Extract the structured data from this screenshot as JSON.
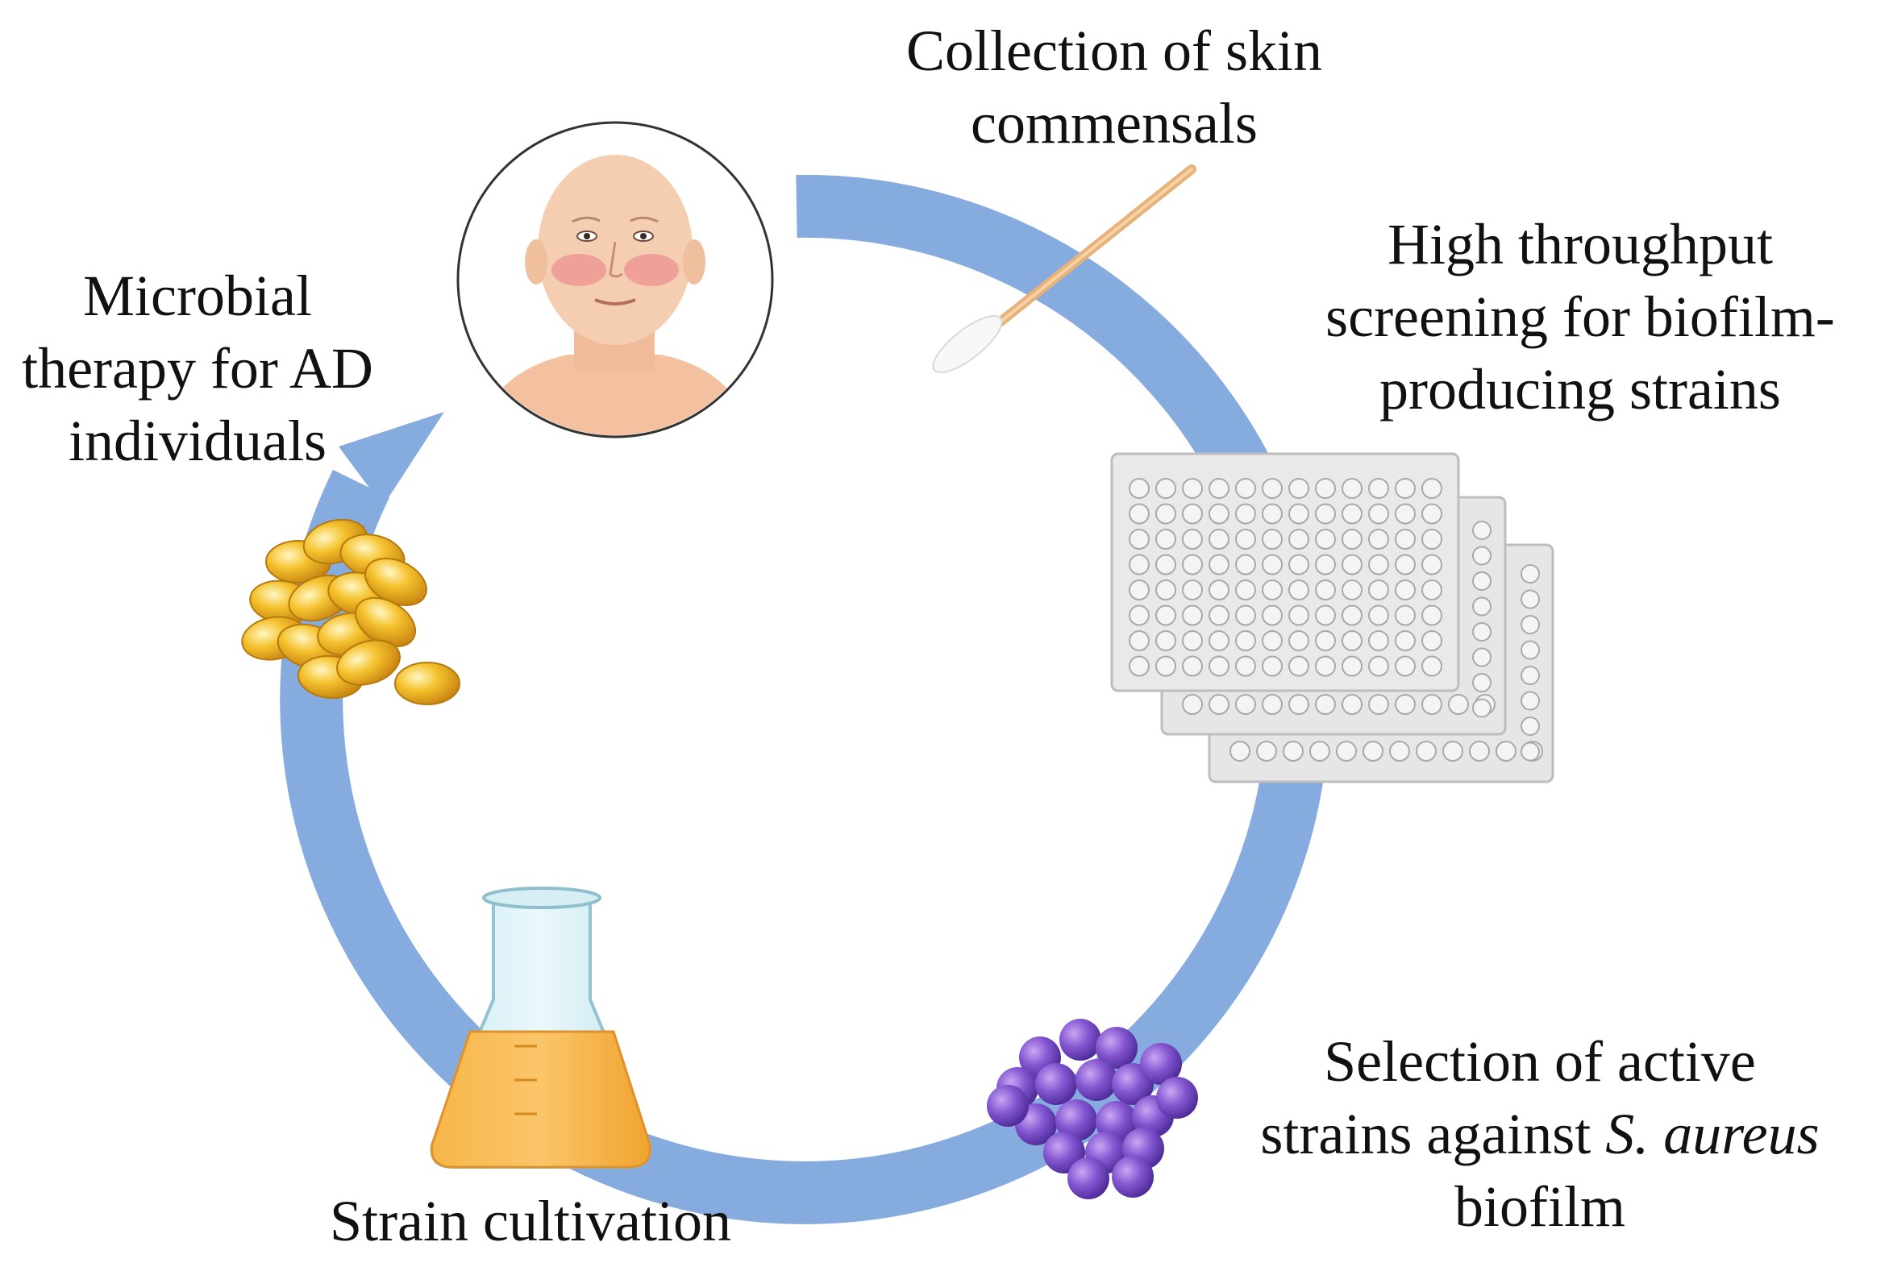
{
  "colors": {
    "cycle_arrow": "#86abdf",
    "background": "#ffffff",
    "oil_capsule": "#f2b51f",
    "bacteria": "#7447c2",
    "culture_medium": "#f8ae3b",
    "skin": "#f3c9a6",
    "rash": "#e0455c"
  },
  "icons": {
    "patient": "patient-face-icon",
    "swab": "cotton-swab-icon",
    "plates": "microplate-stack-icon",
    "bacteria": "staphylococcus-cluster-icon",
    "flask": "erlenmeyer-flask-icon",
    "capsules": "probiotic-capsules-icon"
  },
  "steps": {
    "collection": {
      "line1": "Collection of skin",
      "line2": "commensals"
    },
    "screening": {
      "line1": "High throughput",
      "line2": "screening for biofilm-",
      "line3": "producing strains"
    },
    "selection": {
      "line1": "Selection of active",
      "line2_prefix": "strains against ",
      "line2_italic": "S. aureus",
      "line3": "biofilm"
    },
    "cultivation": {
      "line1": "Strain cultivation"
    },
    "therapy": {
      "line1": "Microbial",
      "line2": "therapy for AD",
      "line3": "individuals"
    }
  }
}
